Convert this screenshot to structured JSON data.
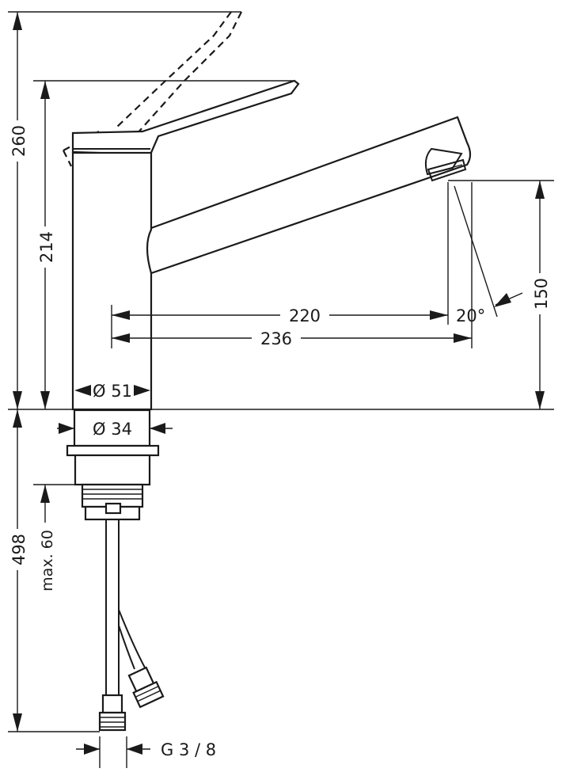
{
  "dimensions": {
    "total_height": "260",
    "body_height": "214",
    "spout_height": "150",
    "reach_220": "220",
    "reach_236": "236",
    "spout_angle": "20°",
    "body_diameter": "Ø 51",
    "shank_diameter": "Ø 34",
    "hose_length": "498",
    "max_thickness": "max. 60",
    "connection": "G 3 / 8"
  }
}
